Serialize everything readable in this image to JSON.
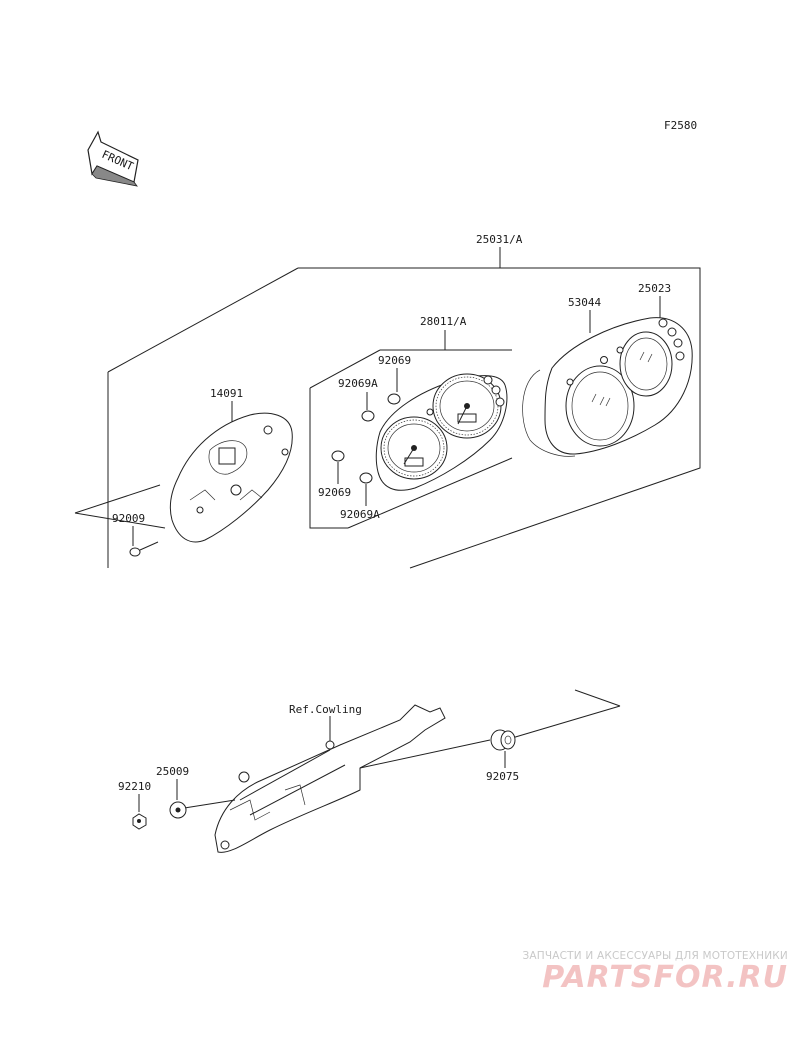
{
  "diagram_code": "F2580",
  "front_arrow_label": "FRONT",
  "labels": {
    "p25031a": "25031/A",
    "p25023": "25023",
    "p53044": "53044",
    "p28011a": "28011/A",
    "p92069_top": "92069",
    "p92069a_top": "92069A",
    "p14091": "14091",
    "p92069_bottom": "92069",
    "p92069a_bottom": "92069A",
    "p92009": "92009",
    "ref_cowling": "Ref.Cowling",
    "p25009": "25009",
    "p92210": "92210",
    "p92075": "92075"
  },
  "watermark": {
    "line1": "ЗАПЧАСТИ И АКСЕССУАРЫ ДЛЯ МОТОТЕХНИКИ",
    "line2": "PARTSFOR.RU"
  }
}
